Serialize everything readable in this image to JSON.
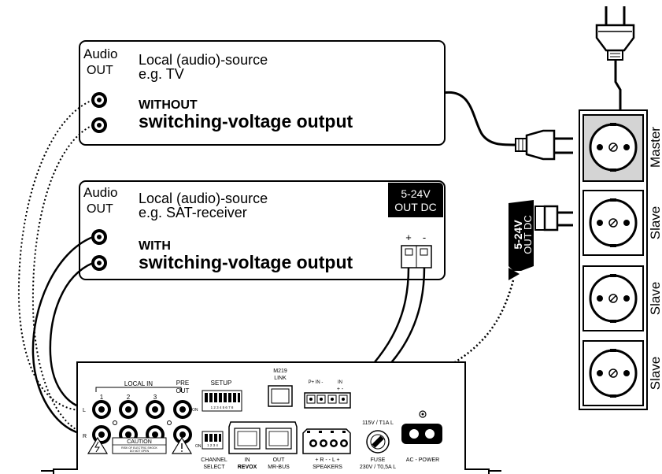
{
  "source_tv": {
    "audio_label_1": "Audio",
    "audio_label_2": "OUT",
    "title_1": "Local (audio)-source",
    "title_2": "e.g. TV",
    "mode_1": "WITHOUT",
    "mode_2": "switching-voltage output"
  },
  "source_sat": {
    "audio_label_1": "Audio",
    "audio_label_2": "OUT",
    "title_1": "Local (audio)-source",
    "title_2": "e.g. SAT-receiver",
    "mode_1": "WITH",
    "mode_2": "switching-voltage output",
    "dc_badge_1": "5-24V",
    "dc_badge_2": "OUT DC",
    "plus": "+",
    "minus": "-"
  },
  "power_strip": {
    "outlets": [
      "Master",
      "Slave",
      "Slave",
      "Slave"
    ],
    "adapter_1": "5-24V",
    "adapter_2": "OUT DC"
  },
  "amplifier": {
    "local_in": "LOCAL IN",
    "in_1": "1",
    "in_2": "2",
    "in_3": "3",
    "pre_out_1": "PRE",
    "pre_out_2": "OUT",
    "setup": "SETUP",
    "setup_on": "ON",
    "setup_digits": "1 2 3 4 5 6 7 8",
    "link_1": "M219",
    "link_2": "LINK",
    "pwr_in": "P+ IN -",
    "in_header": "IN",
    "in_pm": "+  -",
    "side_l": "L",
    "side_r": "R",
    "caution": "CAUTION",
    "caution_sub_1": "RISK OF ELECTRIC SHOCK",
    "caution_sub_2": "DO NOT OPEN",
    "channel_on": "ON",
    "channel_digits": "1 2 3 4",
    "channel_1": "CHANNEL",
    "channel_2": "SELECT",
    "bus_in": "IN",
    "bus_out": "OUT",
    "brand": "REVOX",
    "mr_bus": "MR-BUS",
    "spk_pm": "+ R -   - L +",
    "speakers": "SPEAKERS",
    "fuse_rating_1": "115V / T1A L",
    "fuse": "FUSE",
    "fuse_rating_2": "230V / T0,5A L",
    "ac_power": "AC - POWER"
  }
}
